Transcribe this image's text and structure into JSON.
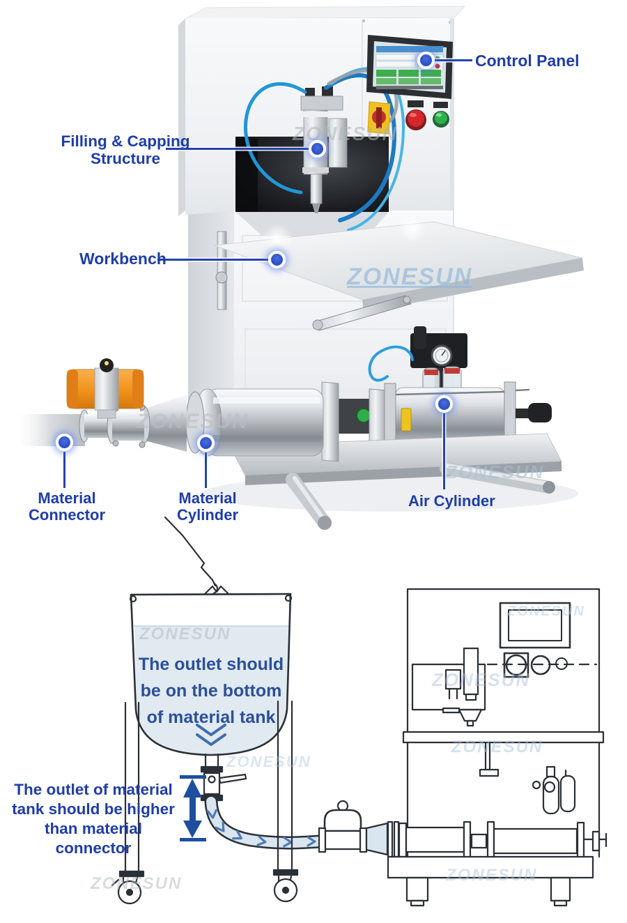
{
  "watermark": {
    "text": "ZONESUN"
  },
  "callouts": {
    "control_panel": {
      "label": "Control Panel"
    },
    "filling_capping": {
      "line1": "Filling & Capping",
      "line2": "Structure"
    },
    "workbench": {
      "label": "Workbench"
    },
    "material_connector": {
      "line1": "Material",
      "line2": "Connector"
    },
    "material_cylinder": {
      "line1": "Material",
      "line2": "Cylinder"
    },
    "air_cylinder": {
      "label": "Air Cylinder"
    }
  },
  "schematic_notes": {
    "tank_note": {
      "line1": "The outlet should",
      "line2": "be on the bottom",
      "line3": "of material tank"
    },
    "height_note": {
      "line1": "The outlet of material",
      "line2": "tank should be higher",
      "line3": "than material connector"
    }
  },
  "colors": {
    "label_blue": "#1f3da8",
    "tank_note_blue": "#2c4f9c",
    "callout_line_blue": "#2443ae",
    "callout_dot_blue": "#2b50c6",
    "height_arrow_blue": "#1d4f9e",
    "flow_chevron_blue": "#4f7cb6",
    "hose_fill": "#d9e6f0",
    "liquid_fill": "#e0eaf0",
    "actuator_orange": "#ef8f18",
    "emergency_stop_red": "#d5262b",
    "start_button_green": "#2cb14b",
    "pneumatic_tube_blue": "#2196d6",
    "schematic_line": "#2b2f36"
  }
}
